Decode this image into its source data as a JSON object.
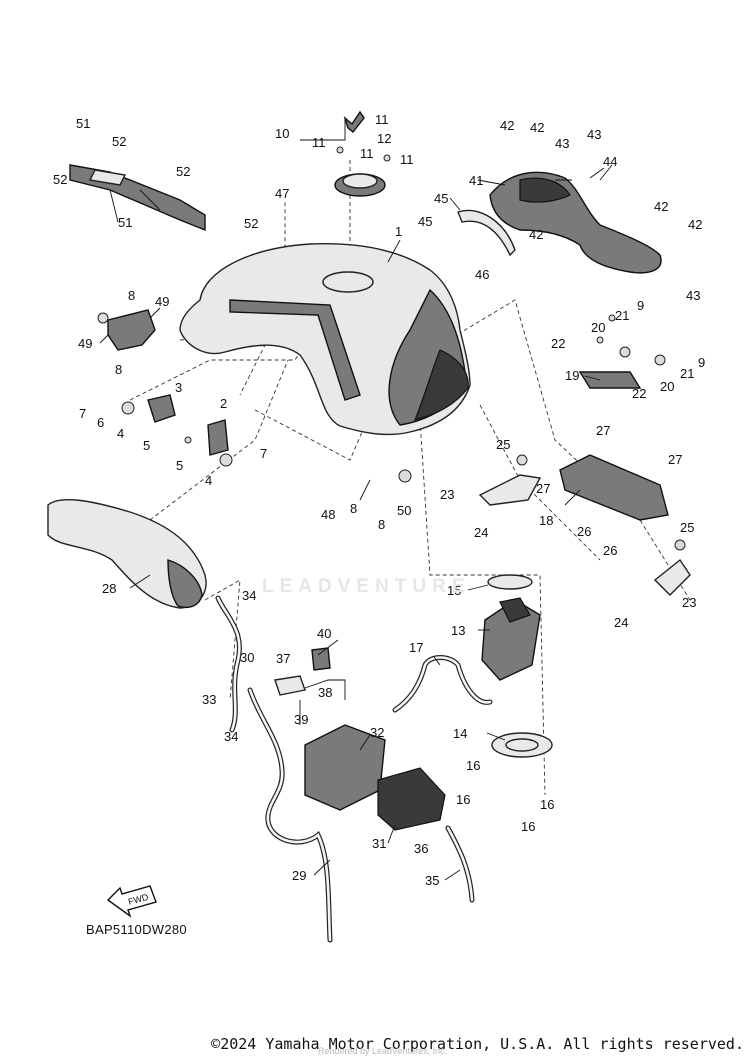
{
  "diagram": {
    "code": "BAP5110DW280",
    "copyright": "©2024 Yamaha Motor Corporation, U.S.A. All rights reserved.",
    "watermark": "LEADVENTURE",
    "render_credit": "Rendered by LeadVentures, Inc.",
    "fwd_label": "FWD",
    "callouts": [
      "1",
      "2",
      "3",
      "4",
      "4",
      "5",
      "5",
      "6",
      "7",
      "7",
      "8",
      "8",
      "8",
      "8",
      "9",
      "9",
      "10",
      "11",
      "11",
      "11",
      "11",
      "12",
      "13",
      "14",
      "15",
      "16",
      "16",
      "16",
      "16",
      "17",
      "18",
      "19",
      "20",
      "20",
      "21",
      "21",
      "22",
      "22",
      "23",
      "23",
      "24",
      "24",
      "25",
      "25",
      "26",
      "26",
      "27",
      "27",
      "27",
      "28",
      "29",
      "30",
      "31",
      "32",
      "33",
      "34",
      "34",
      "35",
      "36",
      "37",
      "38",
      "39",
      "40",
      "41",
      "42",
      "42",
      "42",
      "42",
      "42",
      "43",
      "43",
      "43",
      "44",
      "45",
      "45",
      "46",
      "47",
      "48",
      "49",
      "49",
      "50",
      "51",
      "51",
      "52",
      "52",
      "52",
      "52"
    ]
  }
}
